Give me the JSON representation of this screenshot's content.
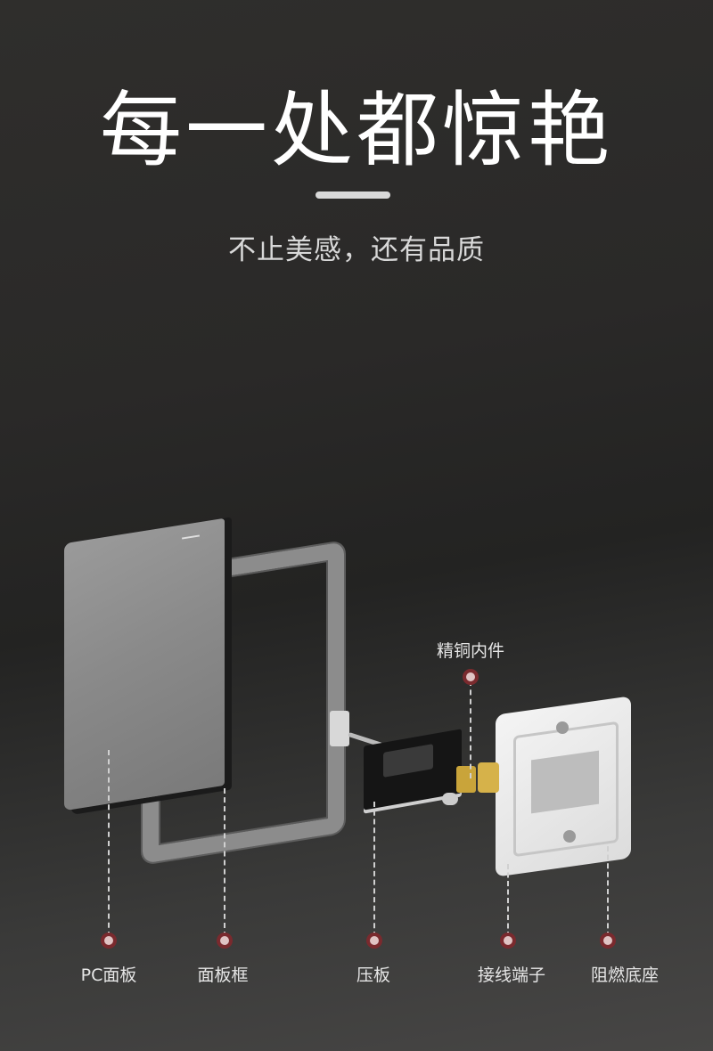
{
  "header": {
    "title": "每一处都惊艳",
    "subtitle": "不止美感，还有品质"
  },
  "colors": {
    "background_top": "#2f2e2c",
    "background_bottom": "#474645",
    "marker_ring": "#7a2a2e",
    "marker_fill": "#e0c4c4",
    "copper": "#d6b24a"
  },
  "components": [
    {
      "id": "pc-panel",
      "label": "PC面板"
    },
    {
      "id": "panel-frame",
      "label": "面板框"
    },
    {
      "id": "pressure-plate",
      "label": "压板"
    },
    {
      "id": "copper-inner",
      "label": "精铜内件"
    },
    {
      "id": "terminal",
      "label": "接线端子"
    },
    {
      "id": "base",
      "label": "阻燃底座"
    }
  ]
}
